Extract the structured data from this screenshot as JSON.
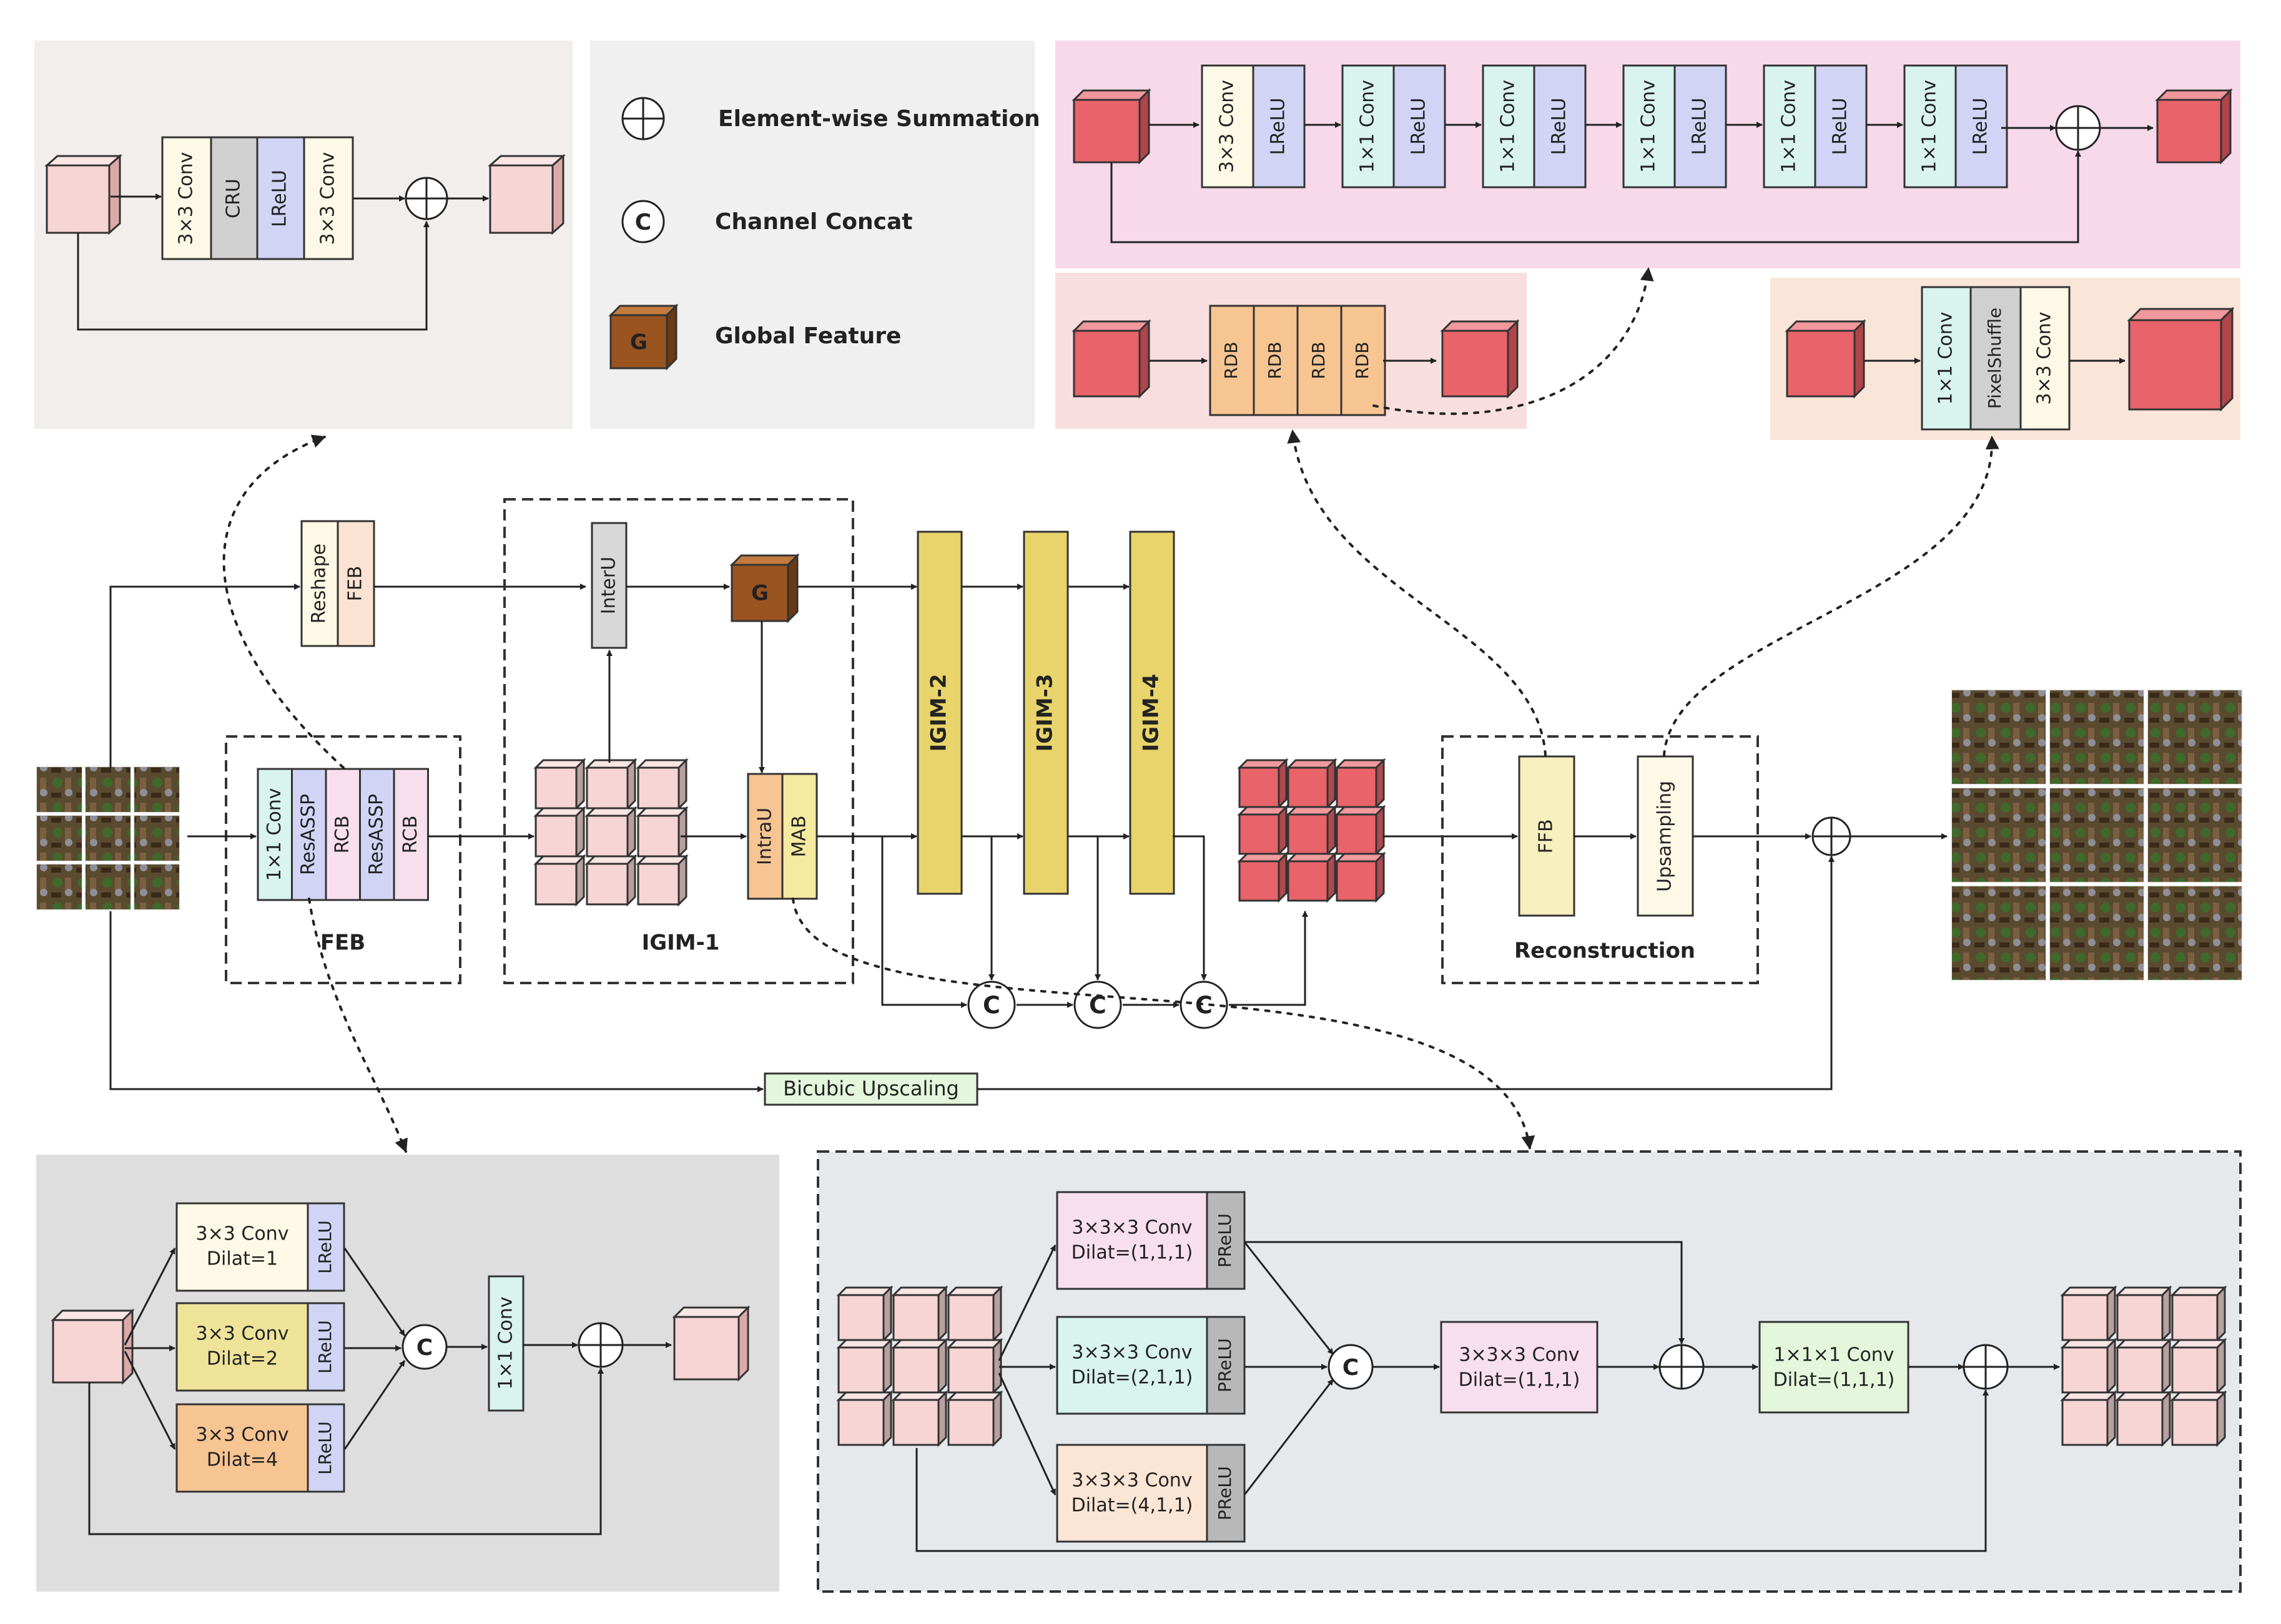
{
  "legend": {
    "sum_label": "Element-wise Summation",
    "concat_label": "Channel Concat",
    "concat_symbol": "C",
    "global_label": "Global Feature",
    "global_symbol": "G"
  },
  "rcb_panel": {
    "blocks": [
      "3×3 Conv",
      "CRU",
      "LReLU",
      "3×3 Conv"
    ]
  },
  "rdb_panel": {
    "blocks": [
      "3×3 Conv",
      "LReLU",
      "1×1 Conv",
      "LReLU",
      "1×1 Conv",
      "LReLU",
      "1×1 Conv",
      "LReLU",
      "1×1 Conv",
      "LReLU",
      "1×1 Conv",
      "LReLU"
    ]
  },
  "ffb_panel": {
    "blocks": [
      "RDB",
      "RDB",
      "RDB",
      "RDB"
    ]
  },
  "upsampling_panel": {
    "blocks": [
      "1×1 Conv",
      "PixelShuffle",
      "3×3 Conv"
    ]
  },
  "main": {
    "reshape_label": "Reshape",
    "feb_top_label": "FEB",
    "feb_blocks": [
      "1×1 Conv",
      "ResASSP",
      "RCB",
      "ResASSP",
      "RCB"
    ],
    "feb_caption": "FEB",
    "interu_label": "InterU",
    "intrau_label": "IntraU",
    "mab_label": "MAB",
    "igim1_caption": "IGIM-1",
    "igim_labels": [
      "IGIM-2",
      "IGIM-3",
      "IGIM-4"
    ],
    "ffb_label": "FFB",
    "upsampling_label": "Upsampling",
    "reconstruction_caption": "Reconstruction",
    "bicubic_label": "Bicubic Upscaling"
  },
  "resassp_panel": {
    "branches": [
      {
        "line1": "3×3 Conv",
        "line2": "Dilat=1",
        "act": "LReLU"
      },
      {
        "line1": "3×3 Conv",
        "line2": "Dilat=2",
        "act": "LReLU"
      },
      {
        "line1": "3×3 Conv",
        "line2": "Dilat=4",
        "act": "LReLU"
      }
    ],
    "fuse_label": "1×1 Conv"
  },
  "mab_panel": {
    "branches": [
      {
        "line1": "3×3×3 Conv",
        "line2": "Dilat=(1,1,1)",
        "act": "PReLU"
      },
      {
        "line1": "3×3×3 Conv",
        "line2": "Dilat=(2,1,1)",
        "act": "PReLU"
      },
      {
        "line1": "3×3×3 Conv",
        "line2": "Dilat=(4,1,1)",
        "act": "PReLU"
      }
    ],
    "conv3d": {
      "line1": "3×3×3 Conv",
      "line2": "Dilat=(1,1,1)"
    },
    "conv1": {
      "line1": "1×1×1 Conv",
      "line2": "Dilat=(1,1,1)"
    }
  },
  "colors": {
    "pink": "#f7d5d5",
    "red_cube": "#e8636a",
    "cream": "#fdf9e6",
    "gray": "#d0d0d0",
    "lavender": "#d2d4f5",
    "mint": "#d9f3ef",
    "orange": "#f7c592",
    "yellow": "#e8d46a",
    "green": "#e4f6dc",
    "global_brown": "#9a5420"
  }
}
